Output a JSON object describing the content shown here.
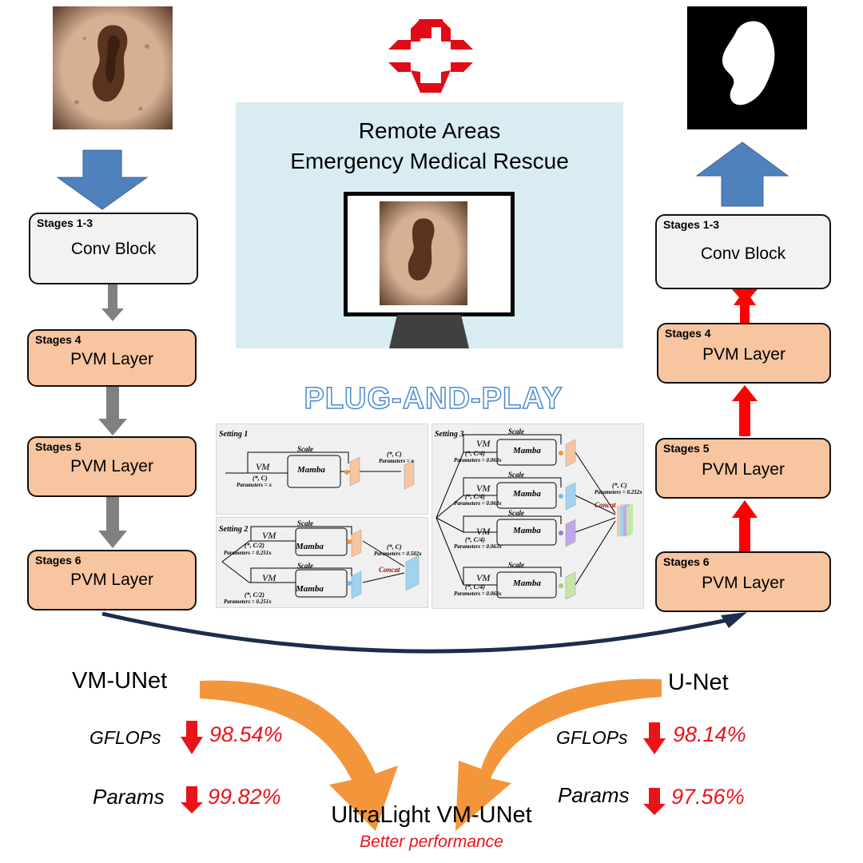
{
  "input_image": "dermoscopy-skin-lesion-image",
  "output_mask": "segmentation-mask",
  "hospital_logo": "red-cross-logo",
  "center": {
    "title_line1": "Remote Areas",
    "title_line2": "Emergency Medical Rescue",
    "panel_color": "#d9ecf2"
  },
  "plug_and_play": "PLUG-AND-PLAY",
  "encoder": [
    {
      "stage": "Stages 1-3",
      "label": "Conv Block"
    },
    {
      "stage": "Stages 4",
      "label": "PVM Layer"
    },
    {
      "stage": "Stages 5",
      "label": "PVM Layer"
    },
    {
      "stage": "Stages 6",
      "label": "PVM Layer"
    }
  ],
  "decoder": [
    {
      "stage": "Stages 1-3",
      "label": "Conv Block"
    },
    {
      "stage": "Stages 4",
      "label": "PVM Layer"
    },
    {
      "stage": "Stages 5",
      "label": "PVM Layer"
    },
    {
      "stage": "Stages 6",
      "label": "PVM Layer"
    }
  ],
  "settings": {
    "s1": {
      "title": "Setting 1",
      "scale": "Scale",
      "vm": "VM",
      "mamba": "Mamba",
      "in_dim": "(*, C)",
      "params_in": "Parameters = x",
      "out_dim": "(*, C)",
      "params_out": "Parameters = x"
    },
    "s2": {
      "title": "Setting 2",
      "scale": "Scale",
      "vm": "VM",
      "mamba": "Mamba",
      "dim": "(*, C/2)",
      "params": "Parameters = 0.251x",
      "concat": "Concat",
      "out_dim": "(*, C)",
      "params_out": "Parameters = 0.502x"
    },
    "s3": {
      "title": "Setting 3",
      "scale": "Scale",
      "vm": "VM",
      "mamba": "Mamba",
      "dim": "(*, C/4)",
      "params": "Parameters = 0.063x",
      "concat": "Concat",
      "out_dim": "(*, C)",
      "params_out": "Parameters = 0.252x"
    }
  },
  "comparisons": {
    "left_model": "VM-UNet",
    "right_model": "U-Net",
    "left_gflops_label": "GFLOPs",
    "left_gflops_value": "98.54%",
    "left_params_label": "Params",
    "left_params_value": "99.82%",
    "right_gflops_label": "GFLOPs",
    "right_gflops_value": "98.14%",
    "right_params_label": "Params",
    "right_params_value": "97.56%"
  },
  "result": {
    "title": "UltraLight VM-UNet",
    "subtitle": "Better performance"
  },
  "colors": {
    "pvm_fill": "#f7c5a0",
    "conv_fill": "#f2f2f2",
    "blue_arrow": "#4f81bd",
    "orange_arrow": "#f3963b",
    "red": "#e8141a",
    "gray_arrow": "#808080"
  }
}
